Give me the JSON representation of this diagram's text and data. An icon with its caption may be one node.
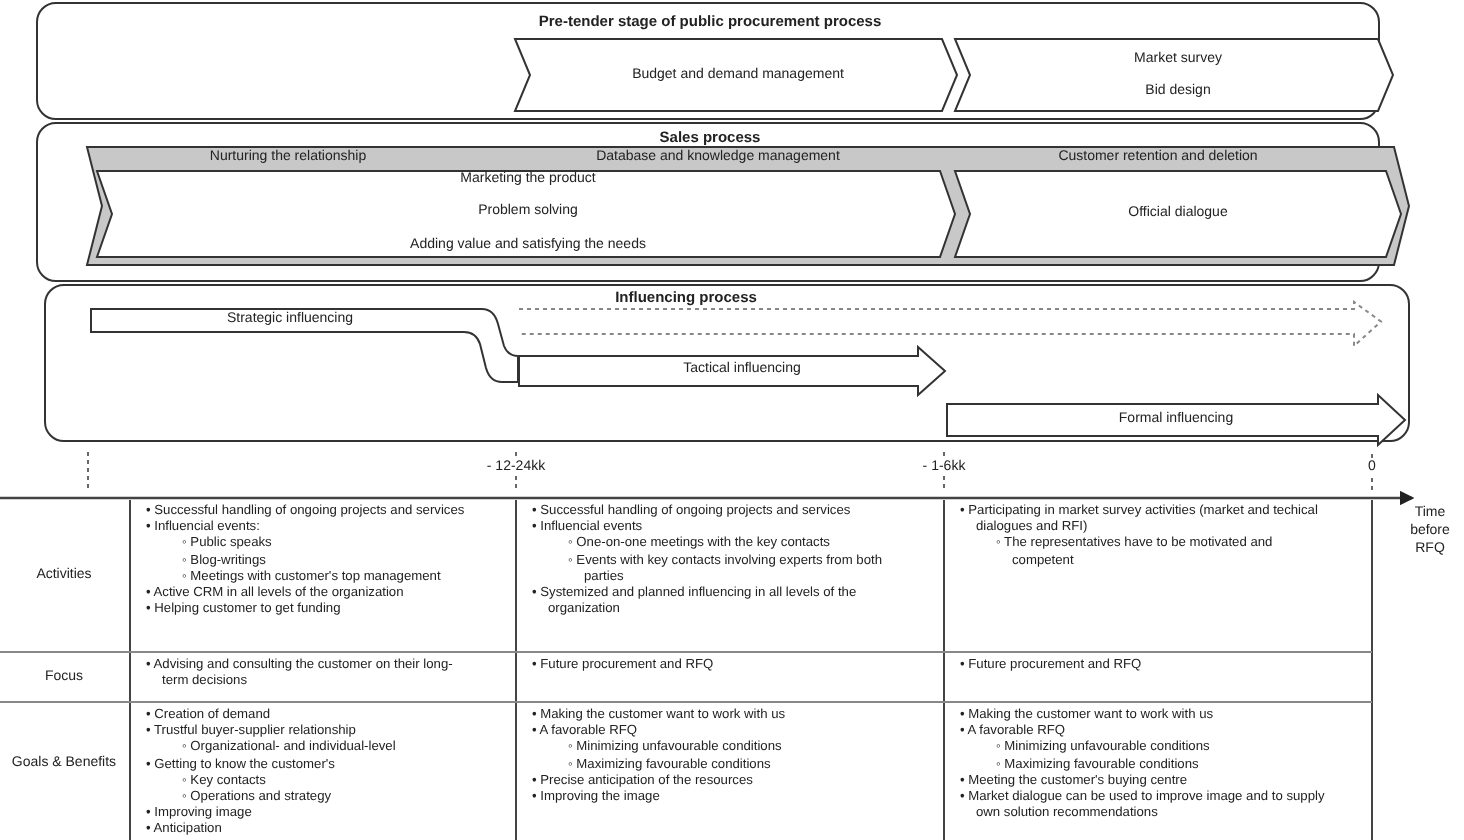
{
  "diagram": {
    "nodes": [
      {
        "text": [
          "Pre-tender stage of public procurement process"
        ]
      },
      {
        "text": [
          "Budget and demand management"
        ],
        "in": 0
      },
      {
        "text": [
          "Market survey",
          "Bid design"
        ],
        "in": 0
      },
      {
        "text": [
          "Sales process"
        ]
      },
      {
        "text": [
          "Nurturing the relationship",
          "Database and knowledge management",
          "Customer retention and deletion"
        ],
        "in": 3
      },
      {
        "text": [
          "Marketing the product",
          "Problem solving",
          "Adding value and satisfying the needs"
        ],
        "in": 4
      },
      {
        "text": [
          "Official dialogue"
        ],
        "in": 4
      },
      {
        "text": [
          "Influencing process"
        ]
      },
      {
        "text": [
          "Strategic influencing"
        ],
        "in": 7
      },
      {
        "text": [],
        "shape": "arrow",
        "in": 7
      },
      {
        "text": [
          "Tactical influencing"
        ],
        "in": 7
      },
      {
        "text": [
          "Formal influencing"
        ],
        "in": 7
      }
    ],
    "labels": [
      "- 12-24kk",
      "- 1-6kk",
      "0",
      "Time before RFQ",
      "Activities",
      "• Successful handling of ongoing projects and services",
      "• Influencial events:",
      "◦ Public speaks",
      "◦ Blog-writings",
      "◦ Meetings with customer's top management",
      "• Active CRM in all levels of the organization",
      "• Helping customer to get funding",
      "• Successful handling of ongoing projects and services",
      "• Influencial events",
      "◦ One-on-one meetings with the key contacts",
      "◦ Events with key contacts involving experts from both parties",
      "• Systemized and planned influencing in all levels of the organization",
      "• Participating in market survey activities (market and techical dialogues and RFI)",
      "◦ The representatives have to be motivated and competent",
      "Focus",
      "• Advising and consulting the customer on their long-term decisions",
      "• Future procurement and RFQ",
      "• Future procurement and RFQ",
      "Goals & Benefits",
      "• Creation of demand",
      "• Trustful buyer-supplier relationship",
      "◦ Organizational- and individual-level",
      "• Getting to know the customer's",
      "◦ Key contacts",
      "◦ Operations and strategy",
      "• Improving image",
      "• Anticipation",
      "• Making the customer want to work with us",
      "• A favorable RFQ",
      "◦ Minimizing unfavourable conditions",
      "◦ Maximizing favourable conditions",
      "• Precise anticipation of the resources",
      "• Improving the image",
      "• Making the customer want to work with us",
      "• A favorable RFQ",
      "◦ Minimizing unfavourable conditions",
      "◦ Maximizing favourable conditions",
      "• Meeting the customer's buying centre",
      "• Market dialogue can be used to improve image and to supply own solution recommendations"
    ]
  }
}
